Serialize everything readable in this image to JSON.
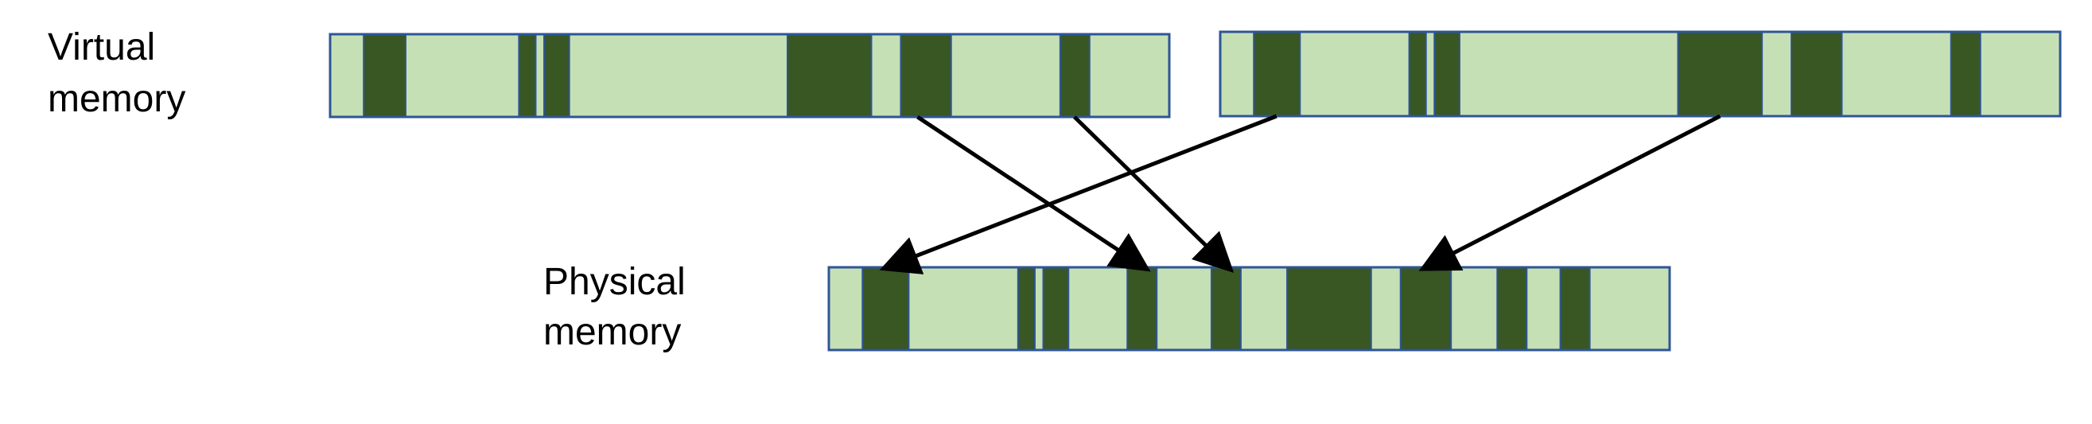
{
  "labels": {
    "virtual_line1": "Virtual",
    "virtual_line2": "memory",
    "physical_line1": "Physical",
    "physical_line2": "memory"
  },
  "colors": {
    "free_block": "#c5e0b4",
    "used_block": "#385723",
    "border": "#2f5597",
    "arrow": "#000000"
  },
  "memories": {
    "virtual_a": {
      "used_segments": [
        [
          0.04,
          0.09
        ],
        [
          0.225,
          0.245
        ],
        [
          0.255,
          0.285
        ],
        [
          0.545,
          0.645
        ],
        [
          0.68,
          0.74
        ],
        [
          0.87,
          0.905
        ]
      ]
    },
    "virtual_b": {
      "used_segments": [
        [
          0.04,
          0.095
        ],
        [
          0.225,
          0.245
        ],
        [
          0.255,
          0.285
        ],
        [
          0.545,
          0.645
        ],
        [
          0.68,
          0.74
        ],
        [
          0.87,
          0.905
        ]
      ]
    },
    "physical": {
      "used_segments": [
        [
          0.04,
          0.095
        ],
        [
          0.225,
          0.245
        ],
        [
          0.255,
          0.285
        ],
        [
          0.355,
          0.39
        ],
        [
          0.455,
          0.49
        ],
        [
          0.545,
          0.645
        ],
        [
          0.68,
          0.74
        ],
        [
          0.795,
          0.83
        ],
        [
          0.87,
          0.905
        ]
      ]
    }
  },
  "mappings": [
    {
      "from": "virtual_a",
      "from_pos": 0.7,
      "to": "physical",
      "to_pos": 0.375
    },
    {
      "from": "virtual_a",
      "from_pos": 0.887,
      "to": "physical",
      "to_pos": 0.475
    },
    {
      "from": "virtual_b",
      "from_pos": 0.067,
      "to": "physical",
      "to_pos": 0.069
    },
    {
      "from": "virtual_b",
      "from_pos": 0.595,
      "to": "physical",
      "to_pos": 0.71
    }
  ]
}
